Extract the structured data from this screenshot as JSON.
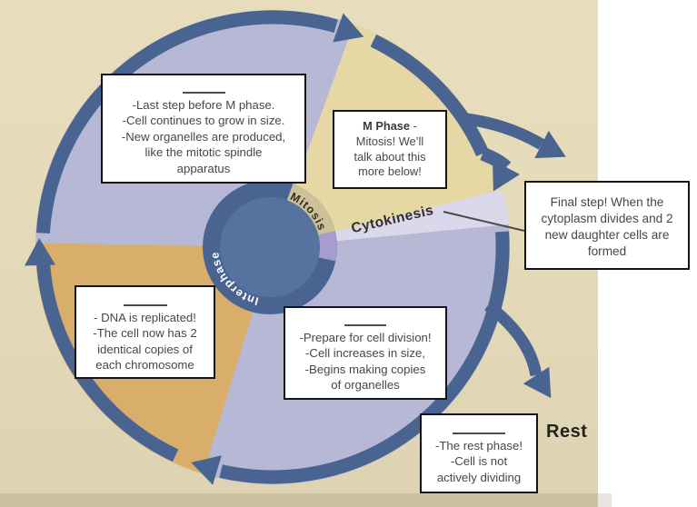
{
  "diagram": {
    "hub": {
      "interphase_label": "Interphase",
      "mitosis_label": "Mitosis",
      "cytokinesis_label": "Cytokinesis"
    },
    "rest_label": "Rest"
  },
  "callouts": {
    "g2_box": {
      "lines": [
        "-Last step before M phase.",
        "-Cell continues to grow in size.",
        "-New organelles are produced,",
        "like the mitotic spindle",
        "apparatus"
      ]
    },
    "m_phase_box": {
      "title": "M Phase",
      "title_suffix": " -",
      "lines": [
        "Mitosis! We’ll",
        "talk about this",
        "more below!"
      ]
    },
    "final_step_box": {
      "lines": [
        "Final step! When the",
        "cytoplasm divides and 2",
        "new daughter cells are",
        "formed"
      ]
    },
    "s_phase_box": {
      "lines": [
        "- DNA is replicated!",
        "-The cell now has 2",
        "identical copies of",
        "each chromosome"
      ]
    },
    "g1_box": {
      "lines": [
        "-Prepare for cell division!",
        "-Cell increases in size,",
        "-Begins making copies",
        "of organelles"
      ]
    },
    "rest_box": {
      "lines": [
        "-The rest phase!",
        "-Cell is not",
        "actively dividing"
      ]
    }
  },
  "colors": {
    "slide_tan": "#e6dbb9",
    "page_white": "#ffffff",
    "wedge_lavender": "#b6b8d6",
    "wedge_tan": "#e6d8a5",
    "wedge_orange": "#d9ad6a",
    "band_lavender": "#dad8ea",
    "ring_blue": "#4a6492",
    "hub_inner_blue": "#56739f",
    "hub_khaki": "#cdc197",
    "hub_purple": "#a79cce",
    "interphase_text": "#ffffff",
    "label_dark": "#332e28",
    "connector_gray": "#4b4b4b"
  }
}
